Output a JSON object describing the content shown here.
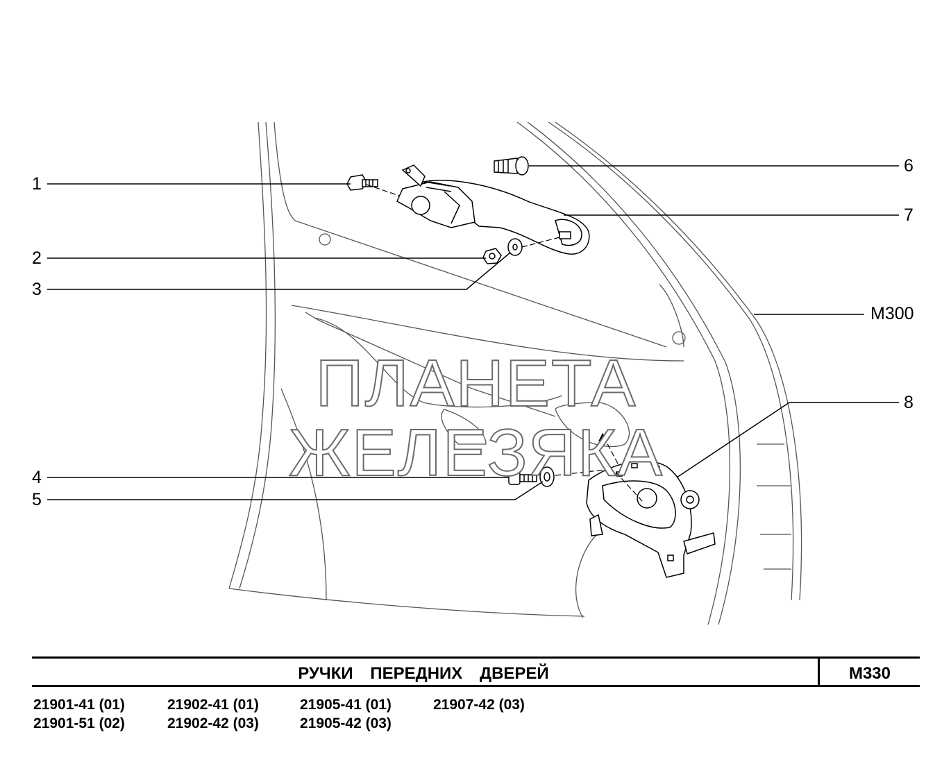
{
  "callouts": {
    "c1": "1",
    "c2": "2",
    "c3": "3",
    "c4": "4",
    "c5": "5",
    "c6": "6",
    "c7": "7",
    "c8": "8",
    "ref": "M300"
  },
  "watermark": "ПЛАНЕТА ЖЕЛЕЗЯКА",
  "title_block": {
    "title": "РУЧКИ ПЕРЕДНИХ ДВЕРЕЙ",
    "code": "M330"
  },
  "models": [
    [
      "21901-41 (01)",
      "21901-51 (02)"
    ],
    [
      "21902-41 (01)",
      "21902-42 (03)"
    ],
    [
      "21905-41 (01)",
      "21905-42 (03)"
    ],
    [
      "21907-42 (03)"
    ]
  ],
  "colors": {
    "line": "#000000",
    "door_outline": "#555555",
    "watermark_stroke": "#6b6b6b"
  }
}
